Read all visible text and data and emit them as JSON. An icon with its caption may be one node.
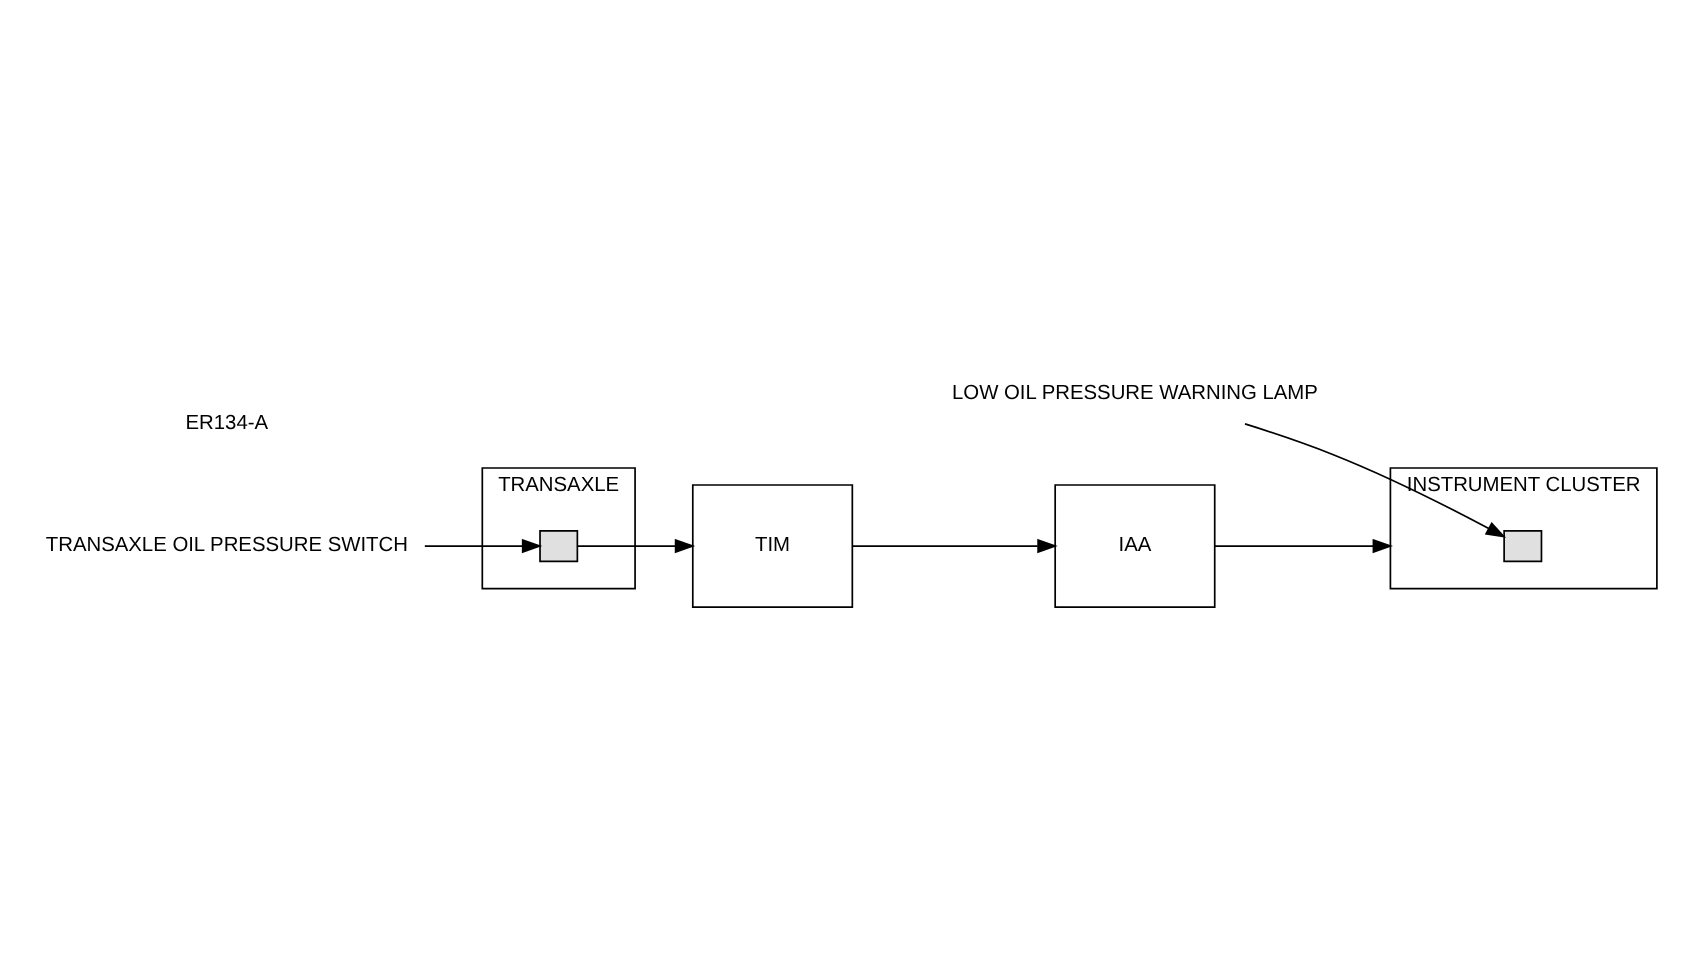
{
  "diagram": {
    "nodes": [
      {
        "text": [
          "TRANSAXLE"
        ]
      },
      {
        "text": [],
        "shape": "box",
        "in": 0
      },
      {
        "text": [
          "TIM"
        ]
      },
      {
        "text": [
          "IAA"
        ]
      },
      {
        "text": [
          "INSTRUMENT CLUSTER"
        ]
      },
      {
        "text": [],
        "shape": "box",
        "in": 4
      },
      {
        "text": [
          "TRANSAXLE OIL PRESSURE SWITCH"
        ]
      },
      {
        "text": [
          "LOW OIL PRESSURE WARNING LAMP"
        ]
      }
    ],
    "edges": [
      {
        "from": 1,
        "to": 2,
        "arrow": "to"
      },
      {
        "from": 2,
        "to": 3,
        "arrow": "to"
      },
      {
        "from": 3,
        "to": 4,
        "arrow": "to"
      },
      {
        "from": 6,
        "to": 1,
        "arrow": "to"
      },
      {
        "from": 7,
        "to": 5,
        "arrow": "to"
      }
    ],
    "labels": [
      "ER134-A"
    ]
  }
}
